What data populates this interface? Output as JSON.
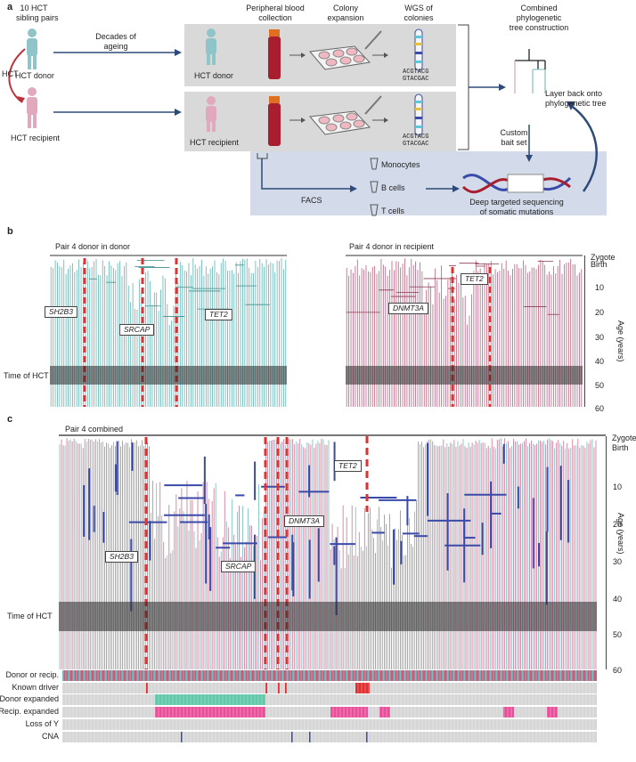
{
  "panel_a": {
    "letter": "a",
    "sibling_pairs": "10 HCT\nsibling pairs",
    "hct_donor": "HCT donor",
    "hct_recipient": "HCT recipient",
    "hct_arrow": "HCT",
    "decades": "Decades of\nageing",
    "peripheral": "Peripheral blood\ncollection",
    "colony": "Colony\nexpansion",
    "wgs": "WGS of\ncolonies",
    "combined": "Combined\nphylogenetic\ntree construction",
    "box_donor": "HCT donor",
    "box_recipient": "HCT recipient",
    "dna_seq_top": "ACGTACG",
    "dna_seq_bottom": "GTACGAC",
    "layer_back": "Layer back onto\nphylogenetic tree",
    "custom_bait": "Custom\nbait set",
    "monocytes": "Monocytes",
    "b_cells": "B cells",
    "t_cells": "T cells",
    "facs": "FACS",
    "deep": "Deep targeted sequencing\nof somatic mutations",
    "colors": {
      "donor": "#8fc4c8",
      "recipient": "#e0a9bd",
      "arrow": "#2e4a78",
      "hct_arrow": "#c0303a",
      "box": "#d9d9d9",
      "facs_box": "#d3dbea"
    }
  },
  "panel_b": {
    "letter": "b",
    "title_left": "Pair 4 donor in donor",
    "title_right": "Pair 4 donor in recipient",
    "label_sh2b3": "SH2B3",
    "label_srcap": "SRCAP",
    "label_tet2_left": "TET2",
    "label_dnmt3a": "DNMT3A",
    "label_tet2_right": "TET2",
    "time_hct": "Time of HCT",
    "axis_title": "Age (years)",
    "axis_top": [
      "Zygote",
      "Birth"
    ],
    "axis_ticks": [
      "10",
      "20",
      "30",
      "40",
      "50",
      "60"
    ],
    "colors": {
      "donor_tree": "#5fb3b3",
      "recipient_tree": "#b9607f",
      "driver": "#e03030"
    }
  },
  "panel_c": {
    "letter": "c",
    "title": "Pair 4 combined",
    "label_tet2": "TET2",
    "label_dnmt3a": "DNMT3A",
    "label_sh2b3": "SH2B3",
    "label_srcap": "SRCAP",
    "time_hct": "Time of HCT",
    "axis_title": "Age (years)",
    "axis_top": [
      "Zygote",
      "Birth"
    ],
    "axis_ticks": [
      "10",
      "20",
      "30",
      "40",
      "50",
      "60"
    ],
    "tracks": [
      "Donor or recip.",
      "Known driver",
      "Donor expanded",
      "Recip. expanded",
      "Loss of Y",
      "CNA"
    ],
    "colors": {
      "donor": "#5fb3b3",
      "recipient": "#c0607f",
      "expanded": "#3a4aa8",
      "driver": "#e03030",
      "donor_expanded": "#5ec8a8",
      "recip_expanded": "#e8509a",
      "cna": "#3a4aa8"
    }
  }
}
